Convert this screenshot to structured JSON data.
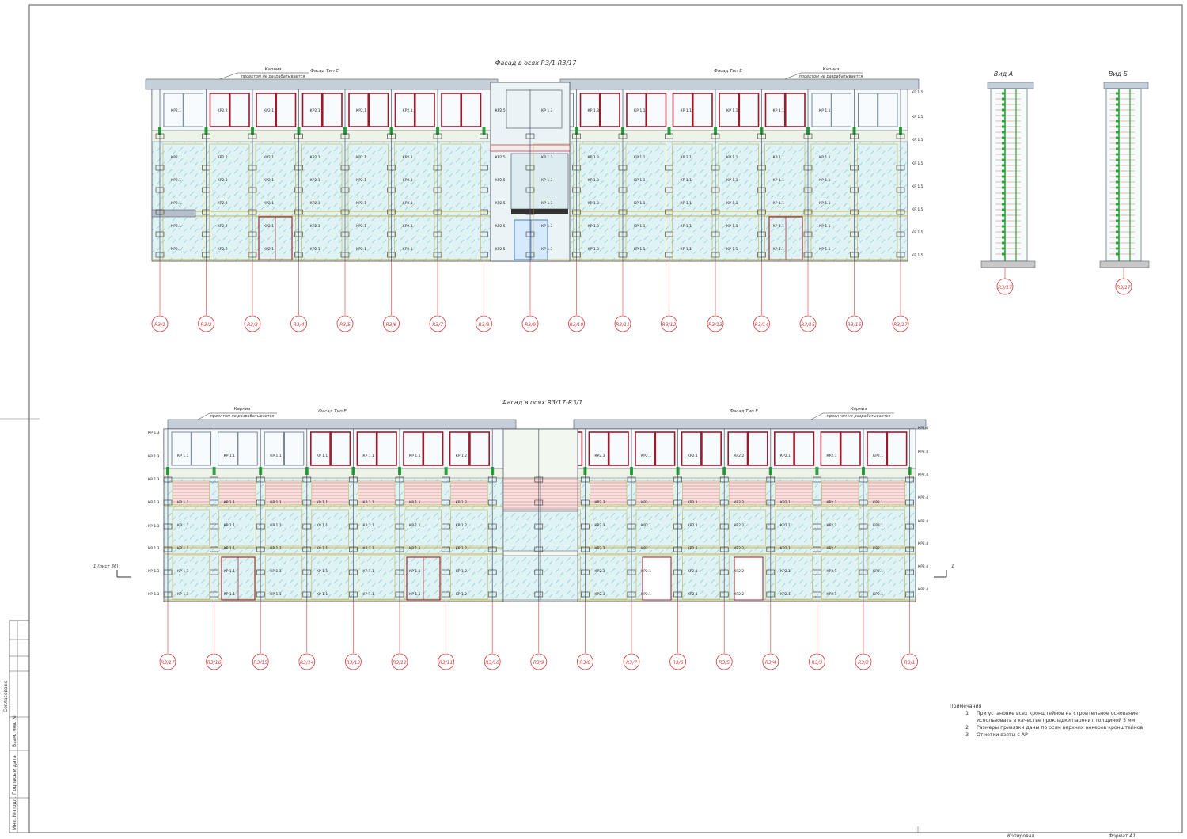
{
  "colors": {
    "frame": "#555555",
    "axis": "#d23b3b",
    "glass": "#d8f1f3",
    "hatch_glass": "#9fd5dc",
    "window_frame": "#9b1b2d",
    "bracket": "#22aa33",
    "rail": "#c9b24a",
    "panel_hatch": "#d98a8a",
    "cornice": "#bcc7d2"
  },
  "elevation_top": {
    "title": "Фасад в осях R3/1-R3/17",
    "cornice_left": "Карниз",
    "cornice_left_note": "проектом не разрабатывается",
    "type_left": "Фасад Тип Е",
    "type_right": "Фасад Тип Е",
    "cornice_right": "Карниз",
    "cornice_right_note": "проектом не разрабатывается",
    "axes": [
      "R3/1",
      "R3/2",
      "R3/3",
      "R3/4",
      "R3/5",
      "R3/6",
      "R3/7",
      "R3/8",
      "R3/9",
      "R3/10",
      "R3/11",
      "R3/12",
      "R3/13",
      "R3/14",
      "R3/15",
      "R3/16",
      "R3/17"
    ],
    "bay_labels": [
      "КР2.1",
      "КР2.2",
      "КР2.1",
      "КР2.1",
      "КР2.1",
      "КР2.1",
      "КР2.5",
      "КР 1.3",
      "КР 1.3",
      "КР 1.1",
      "КР 1.1",
      "КР 1.1",
      "КР 1.1",
      "КР 1.1"
    ],
    "right_labels": [
      "КР 1.5",
      "КР 1.5",
      "КР 1.5",
      "КР 1.5",
      "КР 1.5",
      "КР 1.5",
      "КР 1.5",
      "КР 1.5"
    ]
  },
  "elevation_bottom": {
    "title": "Фасад в осях R3/17-R3/1",
    "cornice_left": "Карниз",
    "cornice_left_note": "проектом не разрабатывается",
    "type_left": "Фасад Тип Е",
    "type_right": "Фасад Тип Е",
    "cornice_right": "Карниз",
    "cornice_right_note": "проектом не разрабатывается",
    "axes": [
      "R3/17",
      "R3/16",
      "R3/15",
      "R3/14",
      "R3/13",
      "R3/12",
      "R3/11",
      "R3/10",
      "R3/9",
      "R3/8",
      "R3/7",
      "R3/6",
      "R3/5",
      "R3/4",
      "R3/3",
      "R3/2",
      "R3/1"
    ],
    "bay_labels": [
      "КР 1.1",
      "КР 1.1",
      "КР 1.1",
      "КР 1.1",
      "КР 1.1",
      "КР 1.1",
      "КР 1.2",
      "КР2.3",
      "КР2.1",
      "КР2.1",
      "КР2.2",
      "КР2.1",
      "КР2.1",
      "КР2.1"
    ],
    "left_labels": [
      "КР 1.3",
      "КР 1.3",
      "КР 1.3",
      "КР 1.3",
      "КР 1.3",
      "КР 1.3",
      "КР 1.3",
      "КР 1.3"
    ],
    "right_labels": [
      "КР2.4",
      "КР2.4",
      "КР2.4",
      "КР2.4",
      "КР2.4",
      "КР2.4",
      "КР2.4",
      "КР2.4"
    ],
    "section_left": "1 (лист 36)",
    "section_right": "1"
  },
  "view_a": {
    "title": "Вид А",
    "axis": "R3/17"
  },
  "view_b": {
    "title": "Вид Б",
    "axis": "R3/17"
  },
  "notes": {
    "heading": "Примечания",
    "items": [
      {
        "num": "1",
        "text": "При установке всех кронштейнов на строительное основание использовать в качестве прокладки паронит толщиной 5 мм"
      },
      {
        "num": "2",
        "text": "Размеры привязки даны по осям верхних анкеров кронштейнов"
      },
      {
        "num": "3",
        "text": "Отметки взяты с АР"
      }
    ]
  },
  "stamp": {
    "agreed": "Согласовано",
    "replaced": "Взам. инв. №",
    "signature": "Подпись и дата",
    "inventory": "Инв. № подл."
  },
  "footer": {
    "copied": "Копировал",
    "format": "Формат А1"
  }
}
